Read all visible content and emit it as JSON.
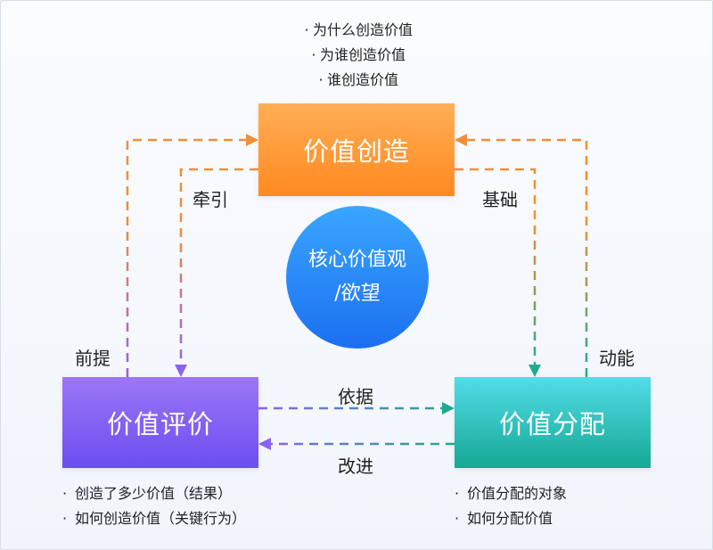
{
  "diagram": {
    "top_notes": [
      "为什么创造价值",
      "为谁创造价值",
      "谁创造价值"
    ],
    "center": {
      "line1": "核心价值观",
      "line2": "/欲望"
    },
    "boxes": {
      "create": {
        "label": "价值创造",
        "color": "#ff9a34"
      },
      "evaluate": {
        "label": "价值评价",
        "color": "#7c5cf3"
      },
      "distribute": {
        "label": "价值分配",
        "color": "#2cc2bd"
      }
    },
    "edges": {
      "premise": "前提",
      "traction": "牵引",
      "foundation": "基础",
      "momentum": "动能",
      "basis": "依据",
      "improve": "改进"
    },
    "evaluate_notes": [
      "创造了多少价值（结果）",
      "如何创造价值（关键行为）"
    ],
    "distribute_notes": [
      "价值分配的对象",
      "如何分配价值"
    ],
    "bullet_char": "·",
    "colors": {
      "orange": "#ef8f3a",
      "purple": "#8a63ee",
      "teal": "#21a990",
      "blue": "#2a8af7"
    }
  }
}
